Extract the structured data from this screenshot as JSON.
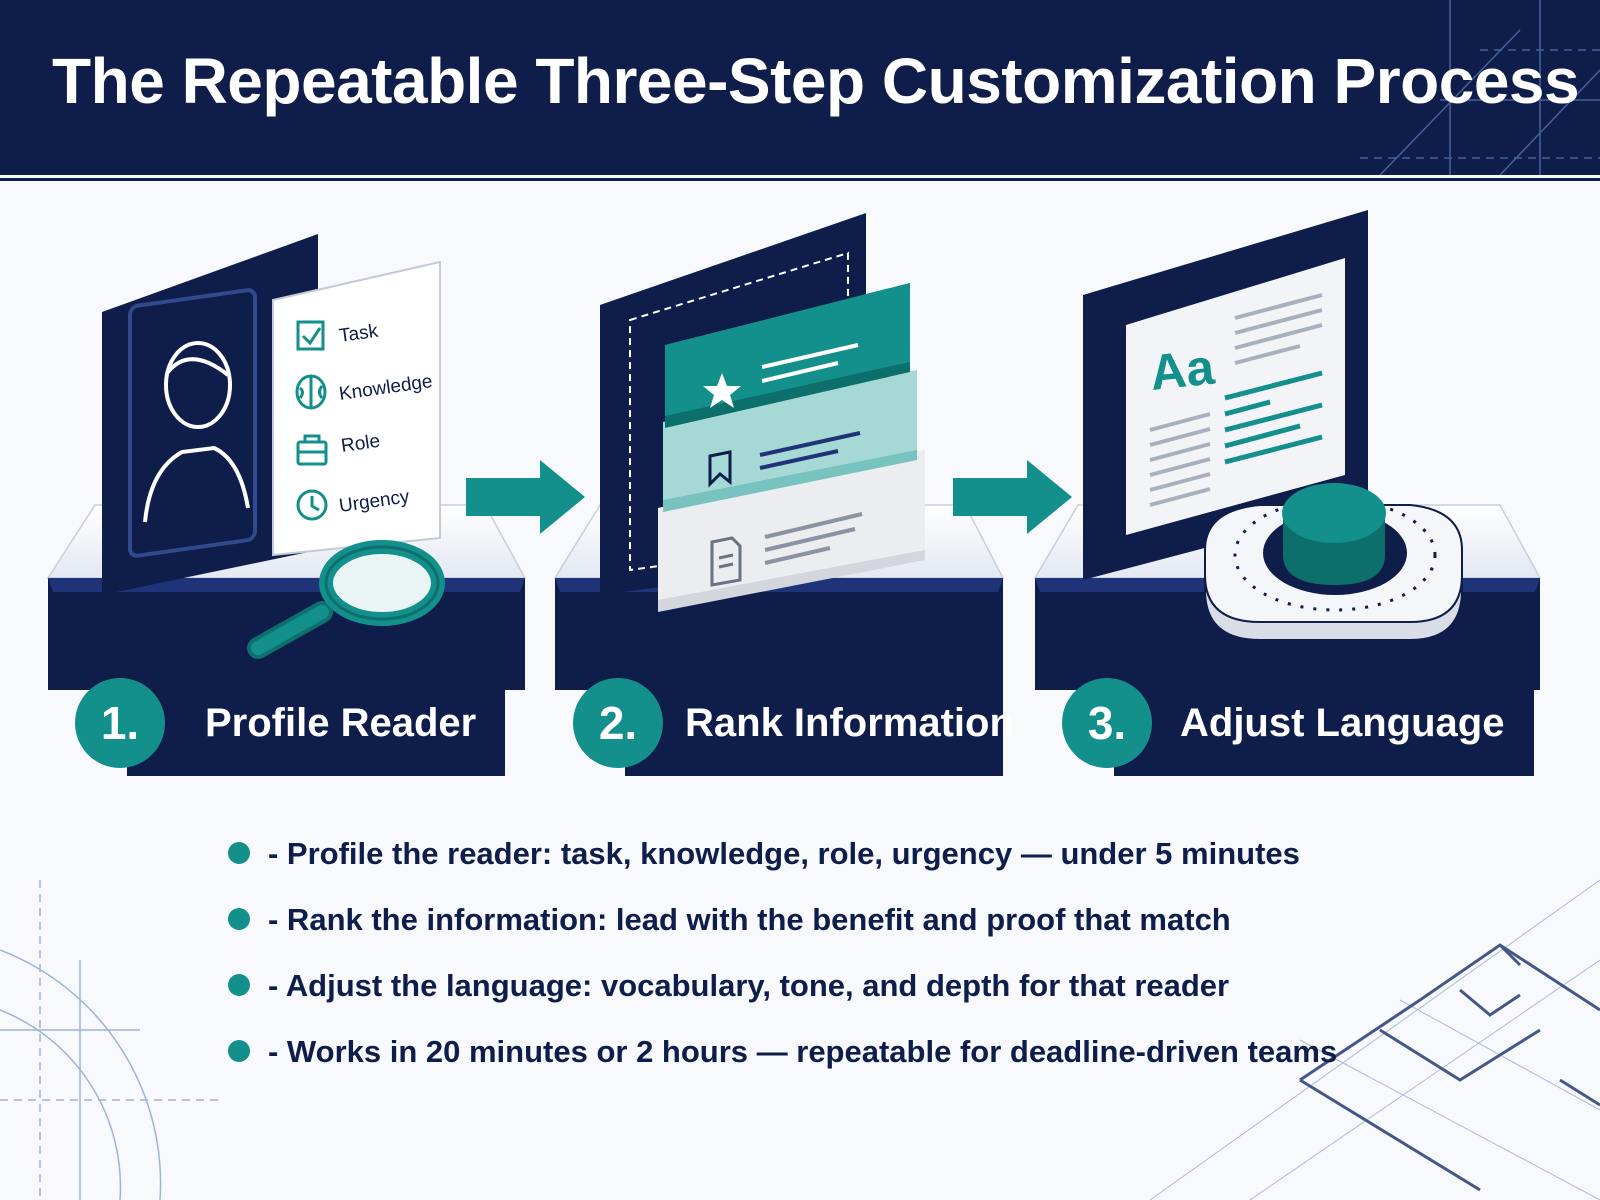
{
  "title": "The Repeatable Three-Step Customization Process",
  "colors": {
    "navy": "#0e1d4a",
    "teal": "#138f8c",
    "light_teal": "#a6d9d6",
    "background": "#f7f9fc"
  },
  "steps": [
    {
      "number": "1.",
      "label": "Profile Reader",
      "icon": "reader-profile-card-icon"
    },
    {
      "number": "2.",
      "label": "Rank Information",
      "icon": "stacked-ranked-cards-icon"
    },
    {
      "number": "3.",
      "label": "Adjust Language",
      "icon": "language-dial-icon"
    }
  ],
  "profile_card": {
    "items": [
      {
        "label": "Task",
        "icon": "checkbox-icon"
      },
      {
        "label": "Knowledge",
        "icon": "brain-icon"
      },
      {
        "label": "Role",
        "icon": "briefcase-icon"
      },
      {
        "label": "Urgency",
        "icon": "clock-icon"
      }
    ]
  },
  "language_panel": {
    "sample": "Aa"
  },
  "bullets": [
    "- Profile the reader: task, knowledge, role, urgency — under 5 minutes",
    "- Rank the information: lead with the benefit and proof that match",
    "- Adjust the language: vocabulary, tone, and depth for that reader",
    "- Works in 20 minutes or 2 hours — repeatable for deadline-driven teams"
  ]
}
